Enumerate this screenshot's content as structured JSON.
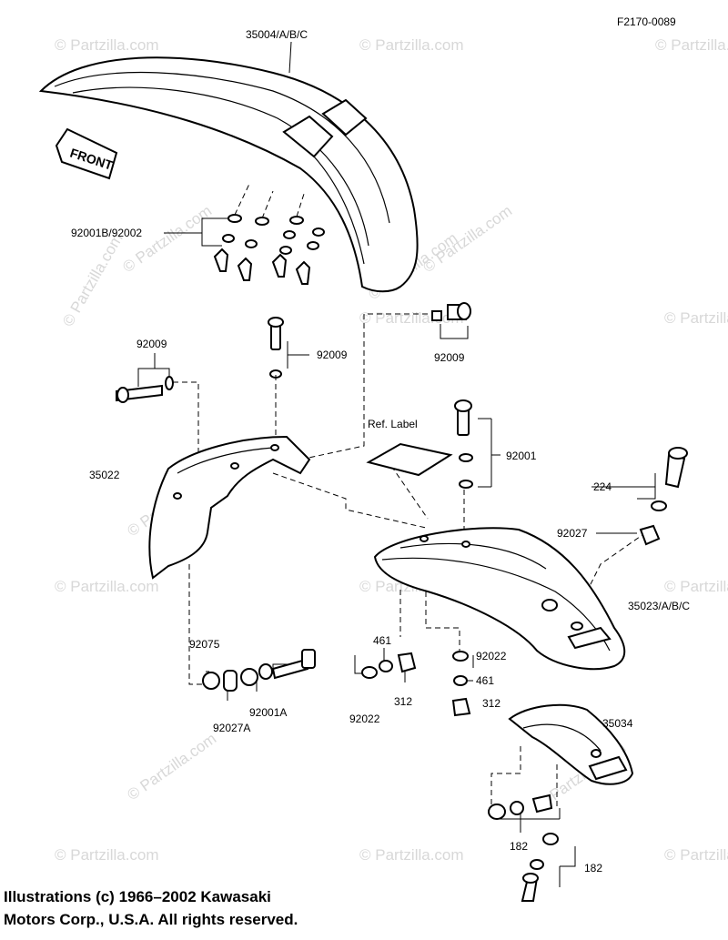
{
  "figure_code": "F2170-0089",
  "watermark": "© Partzilla.com",
  "front_tag": "FRONT",
  "labels": {
    "front_fender": "35004/A/B/C",
    "washer_nut_top": "92001B/92002",
    "bolt_left": "92009",
    "bolt_mid": "92009",
    "bolt_right": "92009",
    "ref_label": "Ref. Label",
    "bolt_set_92001": "92001",
    "flap_35022": "35022",
    "bolt_224": "224",
    "nut_92027": "92027",
    "rear_fender": "35023/A/B/C",
    "collar_92075": "92075",
    "bolt_92001a": "92001A",
    "collar_92027a": "92027A",
    "washer_461_a": "461",
    "nut_312_a": "312",
    "washer_92022_a": "92022",
    "washer_92022_b": "92022",
    "washer_461_b": "461",
    "nut_312_b": "312",
    "bracket_35034": "35034",
    "screw_182_a": "182",
    "screw_182_b": "182"
  },
  "copyright": {
    "line1": "Illustrations (c) 1966–2002 Kawasaki",
    "line2": "Motors Corp., U.S.A.  All rights reserved."
  }
}
